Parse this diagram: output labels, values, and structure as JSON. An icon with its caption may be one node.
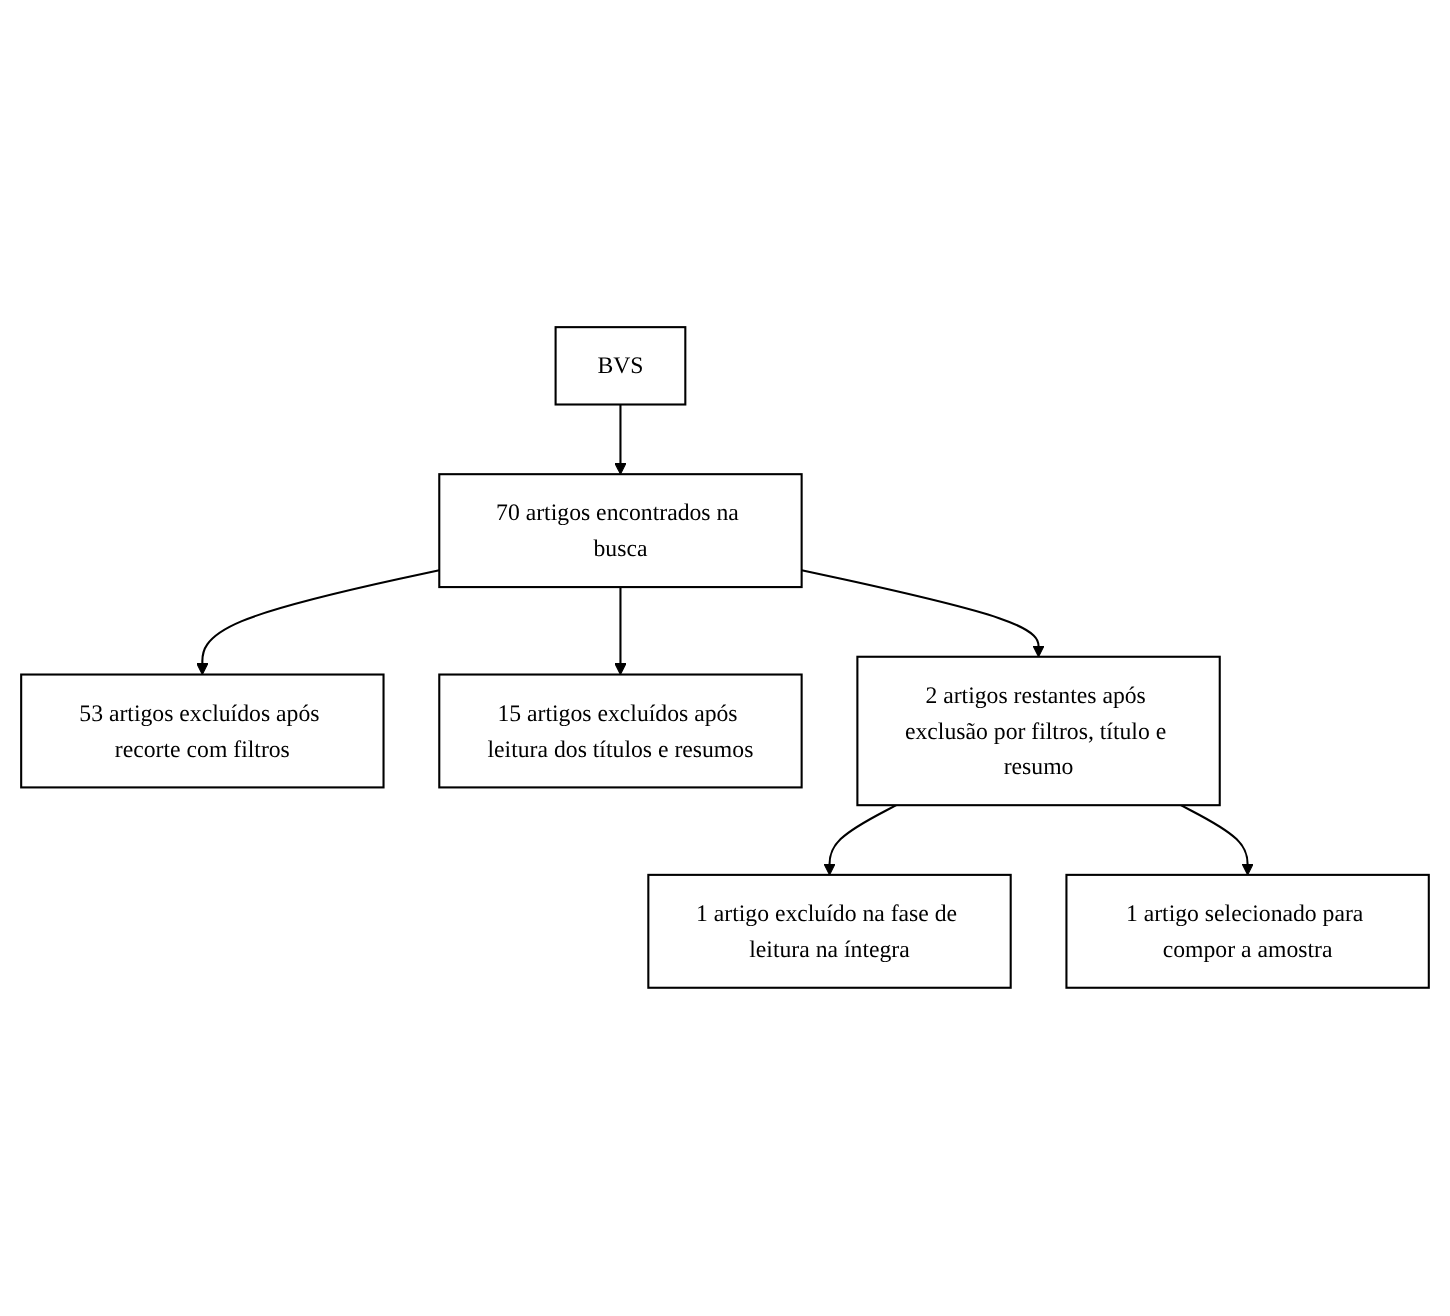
{
  "diagram": {
    "nodes": [
      {
        "text": [
          "BVS"
        ]
      },
      {
        "text": [
          "70 artigos encontrados na busca"
        ]
      },
      {
        "text": [
          "53 artigos excluídos após recorte com filtros"
        ]
      },
      {
        "text": [
          "15 artigos excluídos após leitura dos títulos e resumos"
        ]
      },
      {
        "text": [
          "2 artigos restantes após exclusão por filtros, título e resumo"
        ]
      },
      {
        "text": [
          "1 artigo excluído na fase de leitura na íntegra"
        ]
      },
      {
        "text": [
          "1 artigo selecionado para compor a amostra"
        ]
      }
    ],
    "edges": [
      {
        "from": 0,
        "to": 1,
        "arrow": "to"
      },
      {
        "from": 1,
        "to": 2,
        "arrow": "to"
      },
      {
        "from": 1,
        "to": 3,
        "arrow": "to"
      },
      {
        "from": 1,
        "to": 4,
        "arrow": "to"
      },
      {
        "from": 4,
        "to": 5,
        "arrow": "to"
      },
      {
        "from": 4,
        "to": 6,
        "arrow": "to"
      }
    ]
  }
}
